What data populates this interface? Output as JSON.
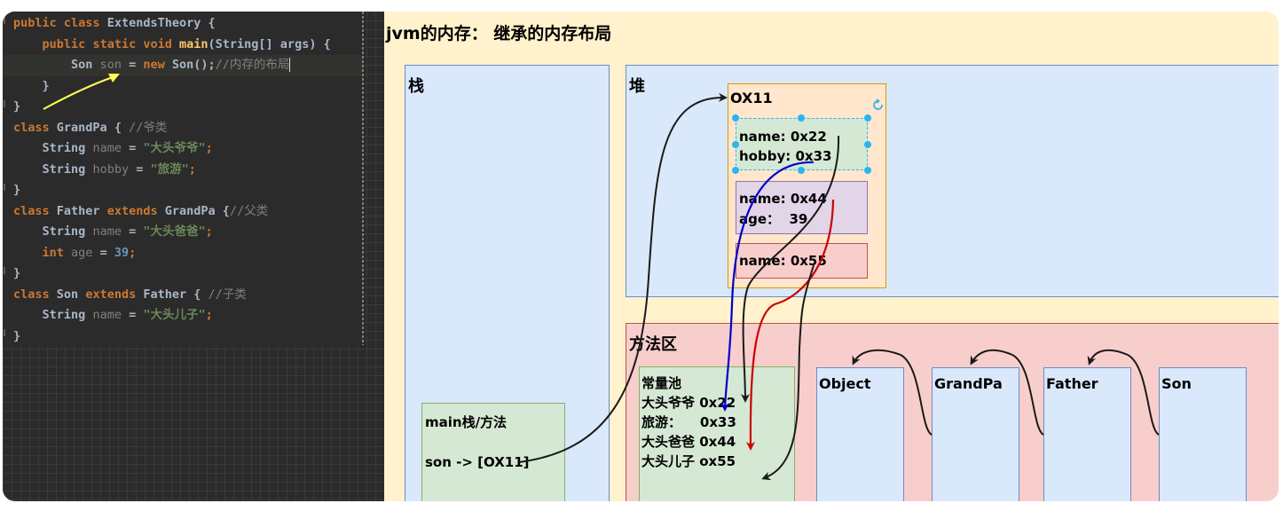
{
  "code": {
    "lines": [
      {
        "k": "l0"
      },
      {
        "k": "l1"
      },
      {
        "k": "l2"
      },
      {
        "k": "l3"
      }
    ],
    "l0": {
      "kw1": "public",
      "kw2": "class",
      "name": "ExtendsTheory",
      "brace": "{"
    },
    "l1": {
      "kw1": "public",
      "kw2": "static",
      "kw3": "void",
      "fn": "main",
      "rest": "(String[] args) {"
    },
    "l2": {
      "ty": "Son",
      "var": "son",
      "eq": " = ",
      "kw": "new",
      "call": "Son();",
      "cm": "//内存的布局"
    },
    "l3": "}",
    "l4": "}",
    "l5": {
      "kw": "class",
      "name": "GrandPa",
      "brace": "{",
      "cm": "//爷类"
    },
    "l6": {
      "ty": "String",
      "var": "name",
      "eq": " = ",
      "str": "\"大头爷爷\"",
      "end": ";"
    },
    "l7": {
      "ty": "String",
      "var": "hobby",
      "eq": " = ",
      "str": "\"旅游\"",
      "end": ";"
    },
    "l8": "}",
    "l9": {
      "kw": "class",
      "name": "Father",
      "kw2": "extends",
      "parent": "GrandPa",
      "brace": "{",
      "cm": "//父类"
    },
    "l10": {
      "ty": "String",
      "var": "name",
      "eq": " = ",
      "str": "\"大头爸爸\"",
      "end": ";"
    },
    "l11": {
      "kw": "int",
      "var": "age",
      "eq": " = ",
      "num": "39",
      "end": ";"
    },
    "l12": "}",
    "l13": {
      "kw": "class",
      "name": "Son",
      "kw2": "extends",
      "parent": "Father",
      "brace": "{",
      "cm": "//子类"
    },
    "l14": {
      "ty": "String",
      "var": "name",
      "eq": " = ",
      "str": "\"大头儿子\"",
      "end": ";"
    },
    "l15": "}"
  },
  "diagram": {
    "title": "jvm的内存： 继承的内存布局",
    "stack_label": "栈",
    "heap_label": "堆",
    "method_area_label": "方法区",
    "main_frame": {
      "title": "main栈/方法",
      "ref": "son -> [OX11]"
    },
    "object": {
      "address": "OX11",
      "grandpa_fields": [
        "name: 0x22",
        "hobby: 0x33"
      ],
      "father_fields": [
        "name: 0x44",
        "age：  39"
      ],
      "son_fields": [
        "name: 0x55"
      ]
    },
    "constant_pool": {
      "title": "常量池",
      "entries": [
        "大头爷爷 0x22",
        "旅游：    0x33",
        "大头爸爸 0x44",
        "大头儿子 ox55"
      ]
    },
    "classes": [
      "Object",
      "GrandPa",
      "Father",
      "Son"
    ],
    "colors": {
      "blue_fill": "#dae8fc",
      "red_fill": "#f8cecc",
      "green_fill": "#d5e8d4",
      "orange_fill": "#ffe6cc",
      "purple_fill": "#e1d5e7",
      "yellow_bg": "#fff2cc",
      "arrow_blue": "#0000cc",
      "arrow_red": "#cc0000",
      "arrow_black": "#1a1a1a",
      "selection": "#29b6f2"
    }
  }
}
